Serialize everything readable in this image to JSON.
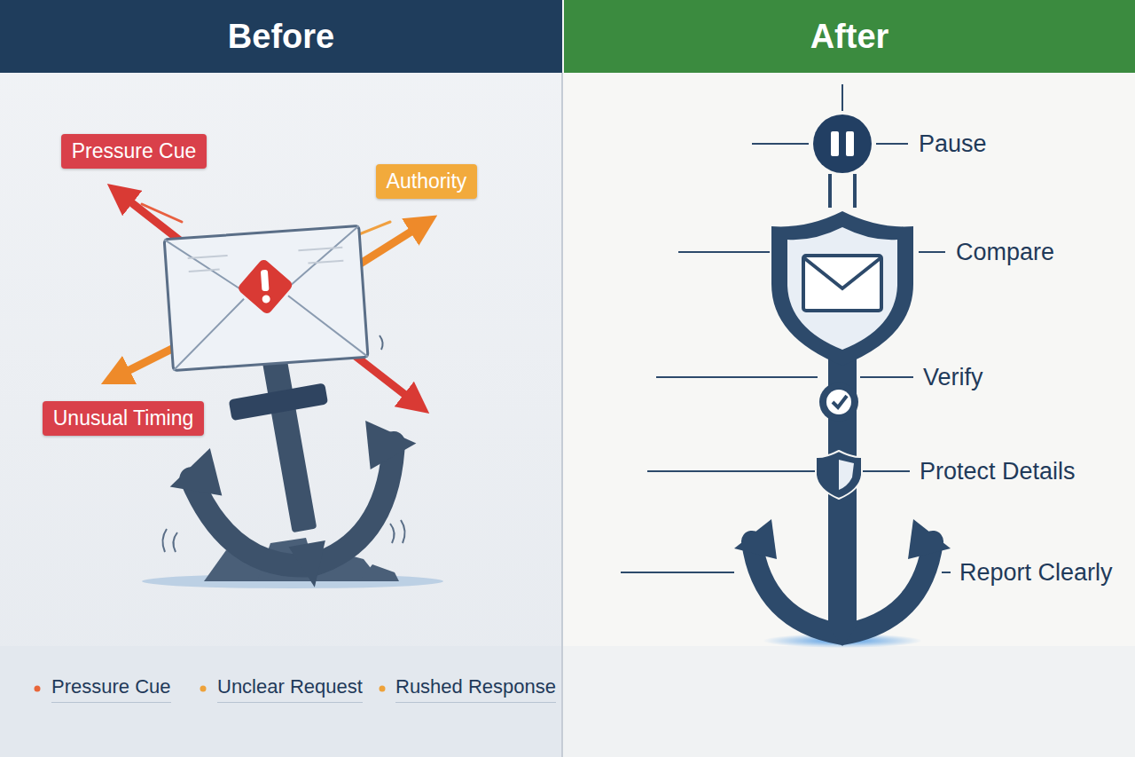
{
  "diagram": {
    "nodes": [
      {
        "text": [
          "Before"
        ]
      },
      {
        "text": [
          "After"
        ]
      },
      {
        "text": [
          "Pressure Cue"
        ]
      },
      {
        "text": [
          "Authority"
        ]
      },
      {
        "text": [
          "Unusual Timing"
        ]
      }
    ],
    "labels": [
      "Pressure Cue",
      "Unclear Request",
      "Rushed Response",
      "Pause",
      "Compare",
      "Verify",
      "Protect Details",
      "Report Clearly"
    ]
  }
}
